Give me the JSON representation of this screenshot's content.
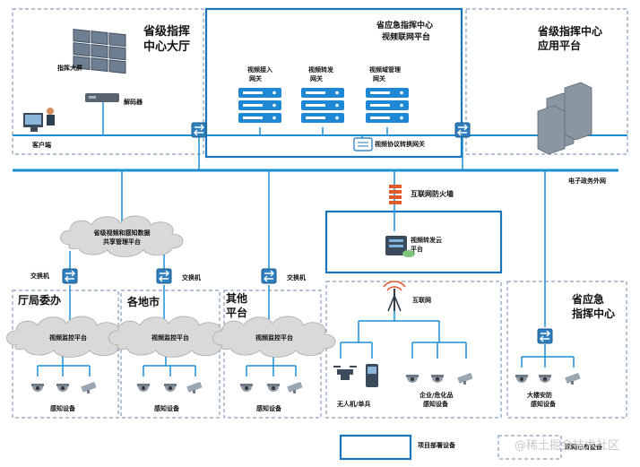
{
  "top_left": {
    "title_line1": "省级指挥",
    "title_line2": "中心大厅",
    "screen_label": "指挥大屏",
    "decoder_label": "解码器",
    "client_label": "客户端"
  },
  "top_center": {
    "title_line1": "省应急指挥中心",
    "title_line2": "视频联网平台",
    "gateways": [
      {
        "line1": "视频接入",
        "line2": "网关"
      },
      {
        "line1": "视频转发",
        "line2": "网关"
      },
      {
        "line1": "视频域管理",
        "line2": "网关"
      }
    ],
    "protocol_gateway": "视频协议转换网关"
  },
  "top_right": {
    "title_line1": "省级指挥中心",
    "title_line2": "应用平台"
  },
  "egov_label": "电子政务外网",
  "firewall_label": "互联网防火墙",
  "forward_cloud": {
    "line1": "视频转发云",
    "line2": "平台"
  },
  "share_cloud": {
    "line1": "省级视频和感知数据",
    "line2": "共享管理平台"
  },
  "switch_label": "交换机",
  "regions": [
    {
      "title": "厅局委办",
      "platform": "视频监控平台",
      "devices": "感知设备"
    },
    {
      "title": "各地市",
      "platform": "视频监控平台",
      "devices": "感知设备"
    },
    {
      "title_line1": "其他",
      "title_line2": "平台",
      "platform": "视频监控平台",
      "devices": "感知设备"
    }
  ],
  "internet": {
    "label": "互联网",
    "drone_label": "无人机/单兵",
    "enterprise_line1": "企业/危化品",
    "enterprise_line2": "感知设备"
  },
  "emergency": {
    "title_line1": "省应急",
    "title_line2": "指挥中心",
    "devices_line1": "大楼安防",
    "devices_line2": "感知设备"
  },
  "legend": {
    "solid": "项目部署设备",
    "dashed": "现网已有设备"
  },
  "watermark": "@稀土掘金技术社区",
  "colors": {
    "line": "#1a8fd6",
    "box": "#1b75bc",
    "dash": "#6a8ab0",
    "server": "#1e88d4"
  }
}
